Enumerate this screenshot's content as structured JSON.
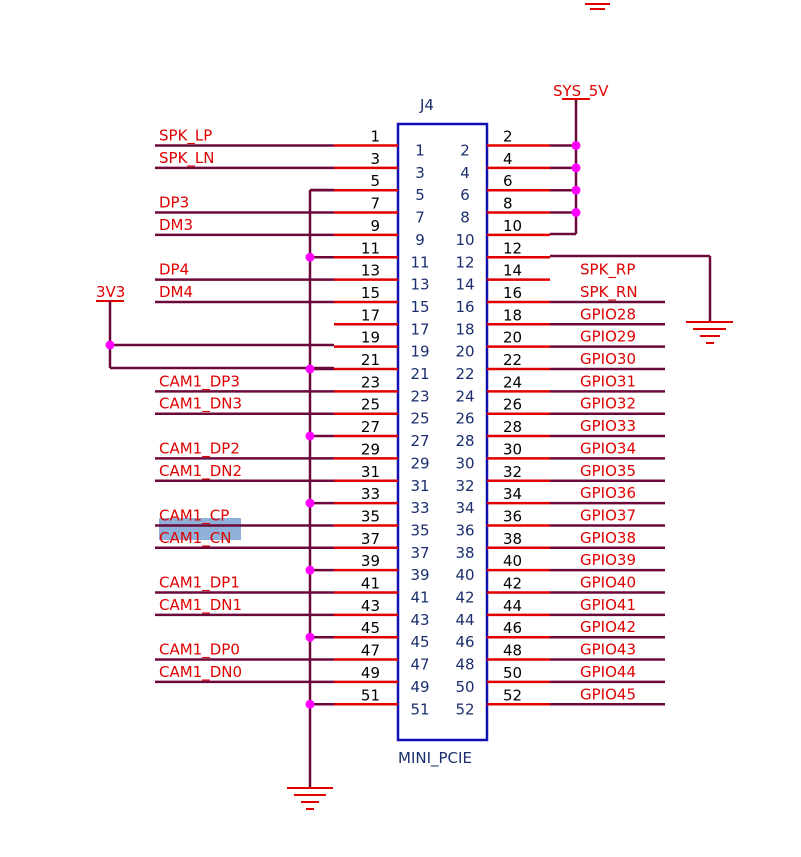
{
  "connector": {
    "ref": "J4",
    "type": "MINI_PCIE"
  },
  "power": {
    "sys5v": "SYS_5V",
    "v3v3": "3V3"
  },
  "left_nets": {
    "1": "SPK_LP",
    "3": "SPK_LN",
    "7": "DP3",
    "9": "DM3",
    "13": "DP4",
    "15": "DM4",
    "23": "CAM1_DP3",
    "25": "CAM1_DN3",
    "29": "CAM1_DP2",
    "31": "CAM1_DN2",
    "35": "CAM1_CP",
    "37": "CAM1_CN",
    "41": "CAM1_DP1",
    "43": "CAM1_DN1",
    "47": "CAM1_DP0",
    "49": "CAM1_DN0"
  },
  "right_nets": {
    "14": "SPK_RP",
    "16": "SPK_RN",
    "18": "GPIO28",
    "20": "GPIO29",
    "22": "GPIO30",
    "24": "GPIO31",
    "26": "GPIO32",
    "28": "GPIO33",
    "30": "GPIO34",
    "32": "GPIO35",
    "34": "GPIO36",
    "36": "GPIO37",
    "38": "GPIO38",
    "40": "GPIO39",
    "42": "GPIO40",
    "44": "GPIO41",
    "46": "GPIO42",
    "48": "GPIO43",
    "50": "GPIO44",
    "52": "GPIO45"
  },
  "highlighted_net": "CAM1_CP",
  "colors": {
    "net_label": "#e00000",
    "wire": "#6b0a3a",
    "junction": "#ff00ff",
    "body": "#1010b0",
    "pin_number": "#1b2f6e",
    "highlight": "#8fb0d8"
  }
}
